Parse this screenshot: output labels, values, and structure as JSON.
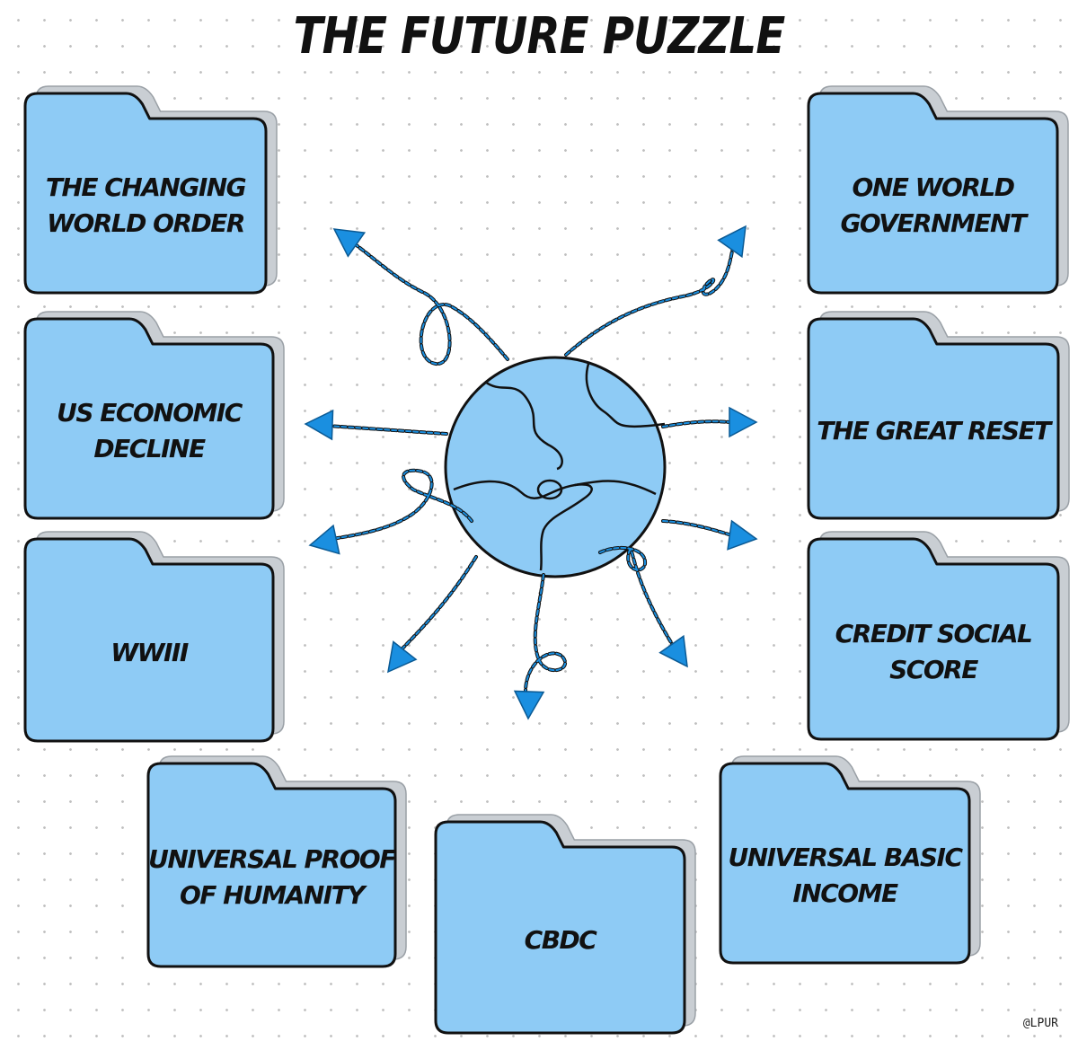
{
  "title": "THE FUTURE PUZZLE",
  "folders": [
    {
      "label": "THE CHANGING\nWORLD ORDER"
    },
    {
      "label": "US ECONOMIC\nDECLINE"
    },
    {
      "label": "WWIII"
    },
    {
      "label": "UNIVERSAL PROOF\nOF HUMANITY"
    },
    {
      "label": "CBDC"
    },
    {
      "label": "UNIVERSAL BASIC\nINCOME"
    },
    {
      "label": "CREDIT SOCIAL\nSCORE"
    },
    {
      "label": "THE GREAT RESET"
    },
    {
      "label": "ONE WORLD\nGOVERNMENT"
    }
  ],
  "credit": "@LPUR",
  "colors": {
    "folder_fill": "#8ecbf5",
    "folder_shadow": "#c9ced3",
    "outline": "#111111",
    "arrow": "#1a8fe0",
    "globe": "#8ecbf5"
  }
}
